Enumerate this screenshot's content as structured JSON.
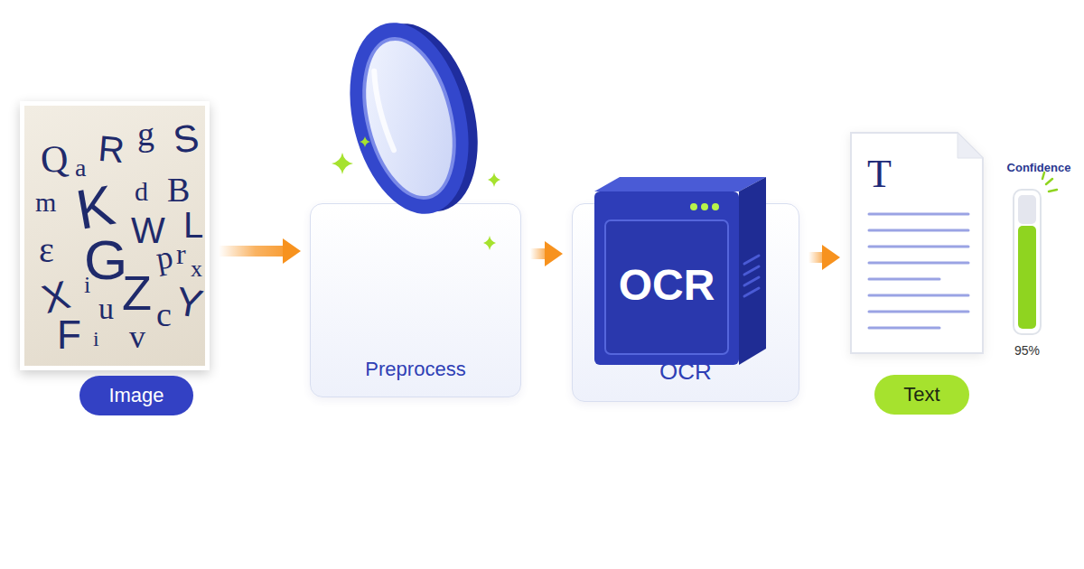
{
  "diagram": {
    "nodes": [
      {
        "text": [
          "Image"
        ]
      },
      {
        "text": [
          "Preprocess"
        ]
      },
      {
        "text": [
          "OCR"
        ]
      },
      {
        "text": [
          "OCR"
        ],
        "in": 2
      },
      {
        "text": [
          "T",
          "Text"
        ]
      }
    ],
    "edges": [
      {
        "from": 0,
        "to": 1,
        "arrow": "to"
      },
      {
        "from": 1,
        "to": 2,
        "arrow": "to"
      },
      {
        "from": 2,
        "to": 4,
        "arrow": "to"
      }
    ],
    "labels": [
      "Q",
      "a",
      "R",
      "g",
      "S",
      "m",
      "K",
      "d",
      "B",
      "W",
      "L",
      "ɛ",
      "G",
      "p",
      "r",
      "x",
      "X",
      "i",
      "Z",
      "Y",
      "F",
      "u",
      "i",
      "v",
      "c",
      "Confidence",
      "95%"
    ]
  }
}
